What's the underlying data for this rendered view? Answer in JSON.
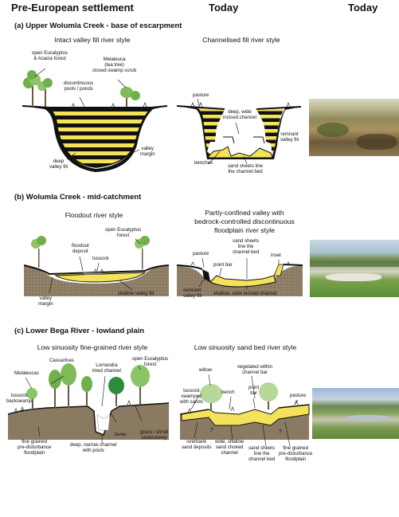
{
  "headers": {
    "pre": "Pre-European settlement",
    "today1": "Today",
    "today2": "Today"
  },
  "sections": [
    {
      "title": "(a) Upper Wolumla Creek - base of escarpment",
      "pre_style": "Intact valley fill river style",
      "today_style": "Channelised fill river style",
      "pre_labels": {
        "forest": "open Eucalyptus\n& Acacia forest",
        "melaleuca": "Melaleuca\n(tea tree)\nclosed swamp scrub",
        "pools": "discontinuous\npools / ponds",
        "margin": "valley\nmargin",
        "fill": "deep\nvalley fill"
      },
      "today_labels": {
        "pasture": "pasture",
        "channel": "deep, wide\nincised channel",
        "remnant": "remnant\nvalley fill",
        "benches": "benches",
        "sands": "sand sheets line\nthe channel bed"
      }
    },
    {
      "title": "(b) Wolumla Creek - mid-catchment",
      "pre_style": "Floodout river style",
      "today_style": "Partly-confined valley with\nbedrock-controlled discontinuous\nfloodplain river style",
      "pre_labels": {
        "floodout": "floodout\ndeposit",
        "forest": "open Eucalyptus\nforest",
        "tussock": "tussock",
        "margin": "valley\nmargin",
        "fill": "shallow valley fill"
      },
      "today_labels": {
        "pasture": "pasture",
        "pointbar": "point bar",
        "sands": "sand sheets\nline the\nchannel bed",
        "inset": "inset",
        "remnant": "remnant\nvalley fill",
        "channel": "shallow, wide incised channel"
      }
    },
    {
      "title": "(c) Lower Bega River - lowland plain",
      "pre_style": "Low sinuosity fine-grained river style",
      "today_style": "Low sinuosity sand bed river style",
      "pre_labels": {
        "casuarinas": "Casuarinas",
        "melaleucas": "Melaleucas",
        "lomandra": "Lomandra\nlined channel",
        "forest": "open Eucalyptus\nforest",
        "backswamp": "tussock\nbackswamp",
        "floodplain": "fine grained\npre-disturbance\nfloodplain",
        "levee": "levee",
        "grass": "grass / shrub\nunderstorey",
        "channel": "deep, narrow channel\nwith pools"
      },
      "today_labels": {
        "willow": "willow",
        "vegetated": "vegetated within\nchannel bar",
        "tussock": "tussock\nswamped\nwith sands",
        "bench": "bench",
        "pointbar": "point\nbar",
        "pasture": "pasture",
        "overbank": "overbank\nsand deposits",
        "channel": "wide, shallow\nsand choked\nchannel",
        "sands": "sand sheets\nline the\nchannel bed",
        "floodplain": "fine grained\npre-disturbance\nfloodplain",
        "unknown": "?"
      }
    }
  ],
  "photos": [
    {
      "name": "Upper Wolumla Creek photo"
    },
    {
      "name": "Wolumla Creek photo"
    },
    {
      "name": "Lower Bega River photo"
    }
  ],
  "colors": {
    "fill_yellow": "#f4e35a",
    "fill_black": "#111111",
    "soil": "#8a7a62",
    "tree_green": "#6fb04a",
    "willow": "#b8d89a",
    "sand": "#efe184"
  }
}
